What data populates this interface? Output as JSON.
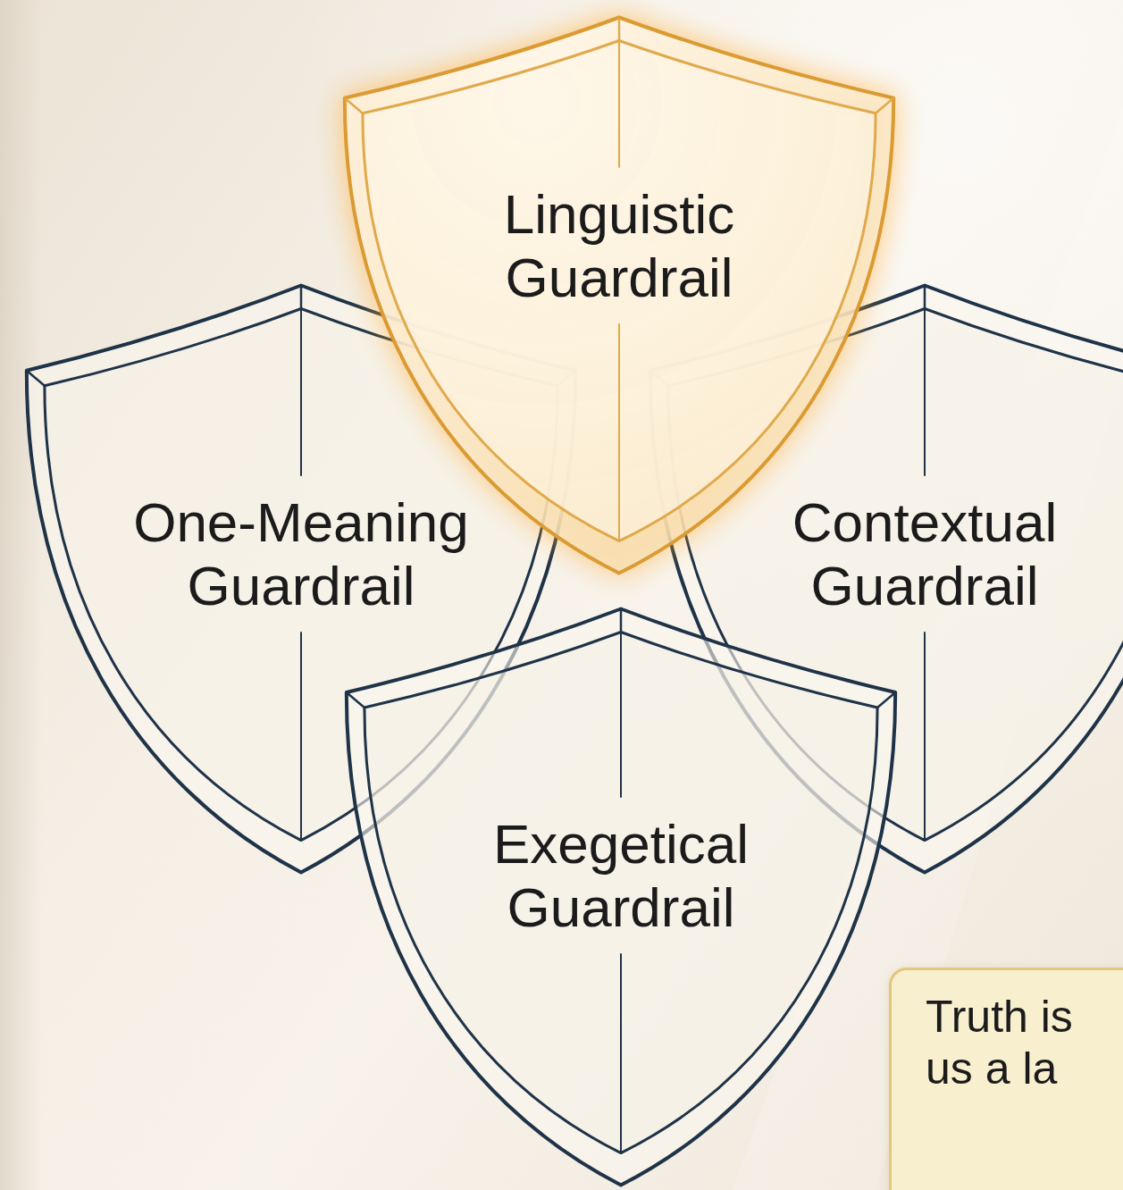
{
  "diagram": {
    "nodes": [
      {
        "text": [
          "Linguistic Guardrail"
        ]
      },
      {
        "text": [
          "One-Meaning Guardrail"
        ]
      },
      {
        "text": [
          "Contextual Guardrail"
        ]
      },
      {
        "text": [
          "Exegetical Guardrail"
        ]
      },
      {
        "text": [
          "Truth is us a la"
        ]
      }
    ]
  }
}
